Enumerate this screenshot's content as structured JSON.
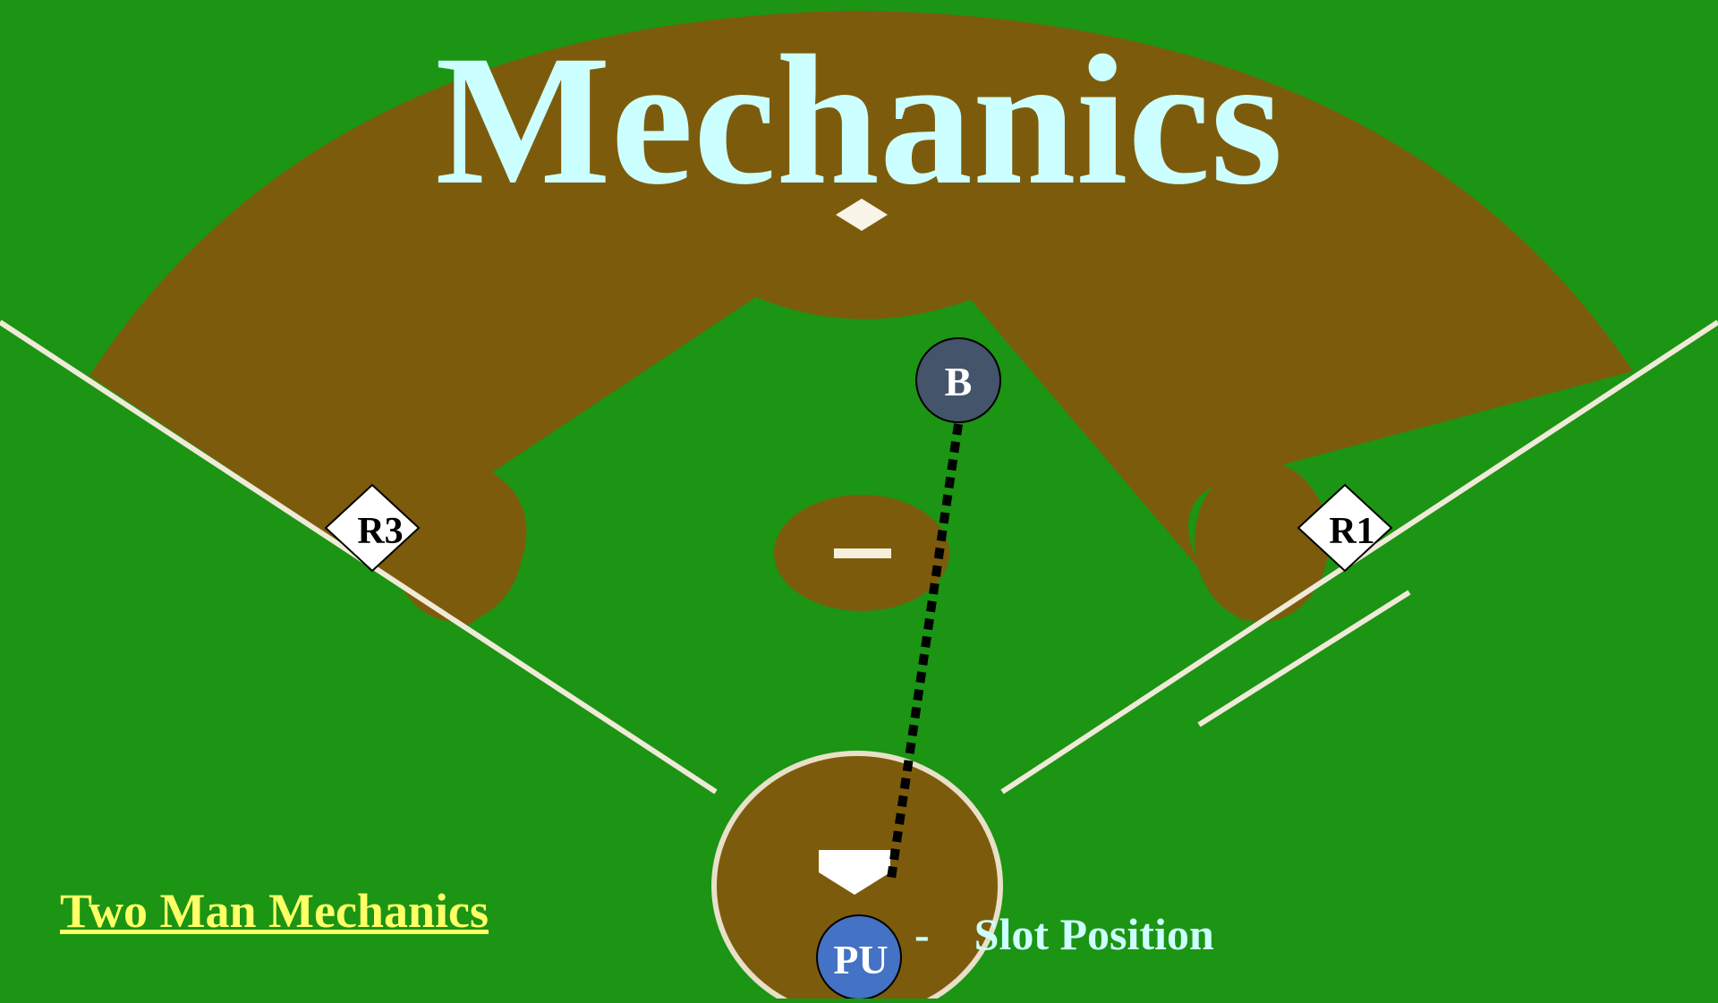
{
  "title": "Mechanics",
  "footer": {
    "link": "Two Man Mechanics"
  },
  "legend": {
    "dash": "-",
    "text": "Slot Position"
  },
  "markers": {
    "batter": "B",
    "plate_umpire": "PU",
    "runner_third": "R3",
    "runner_first": "R1"
  },
  "colors": {
    "grass": "#1c9414",
    "dirt": "#7c5c0c",
    "title": "#ccffff",
    "link": "#ffff66",
    "batter_fill": "#44546a",
    "umpire_fill": "#4472c4"
  }
}
